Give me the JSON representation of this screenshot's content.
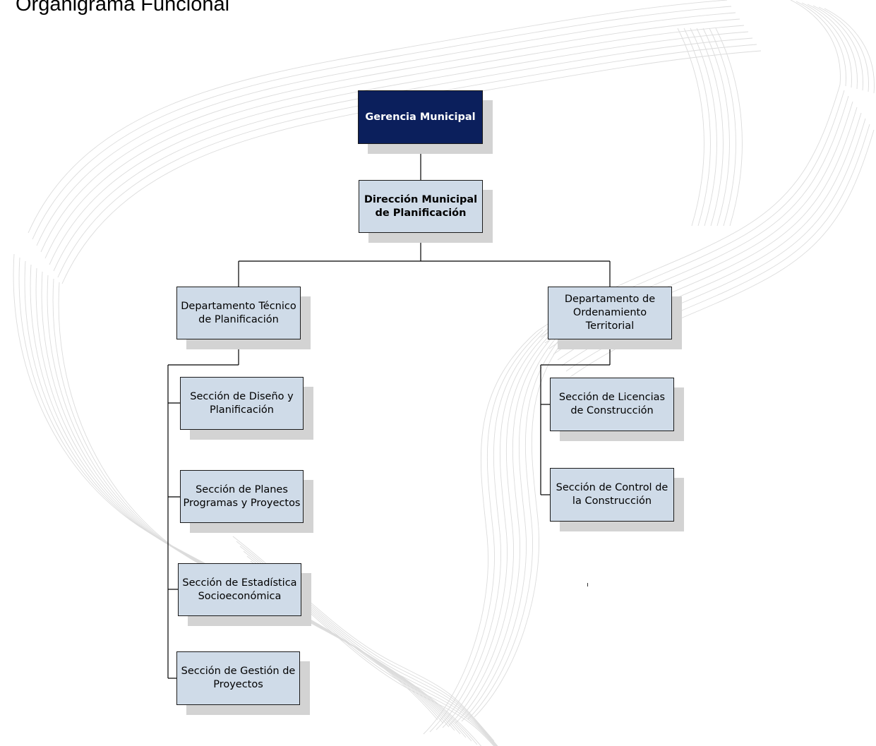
{
  "title": "Organigrama Funcional",
  "colors": {
    "top_node": "#0b1f5c",
    "node_fill": "#cfdbe8",
    "shadow": "#d3d3d3",
    "connector": "#000000",
    "background_lines": "#dcdcdc"
  },
  "nodes": {
    "gerencia": "Gerencia Municipal",
    "direccion": "Dirección Municipal de Planificación",
    "depto_tecnico": "Departamento Técnico de Planificación",
    "depto_ordenamiento": "Departamento de Ordenamiento Territorial",
    "sec_diseno": "Sección de Diseño y Planificación",
    "sec_planes": "Sección de Planes Programas y Proyectos",
    "sec_estadistica": "Sección de Estadística Socioeconómica",
    "sec_gestion": "Sección de Gestión de Proyectos",
    "sec_licencias": "Sección de Licencias de Construcción",
    "sec_control": "Sección de Control de la Construcción"
  }
}
